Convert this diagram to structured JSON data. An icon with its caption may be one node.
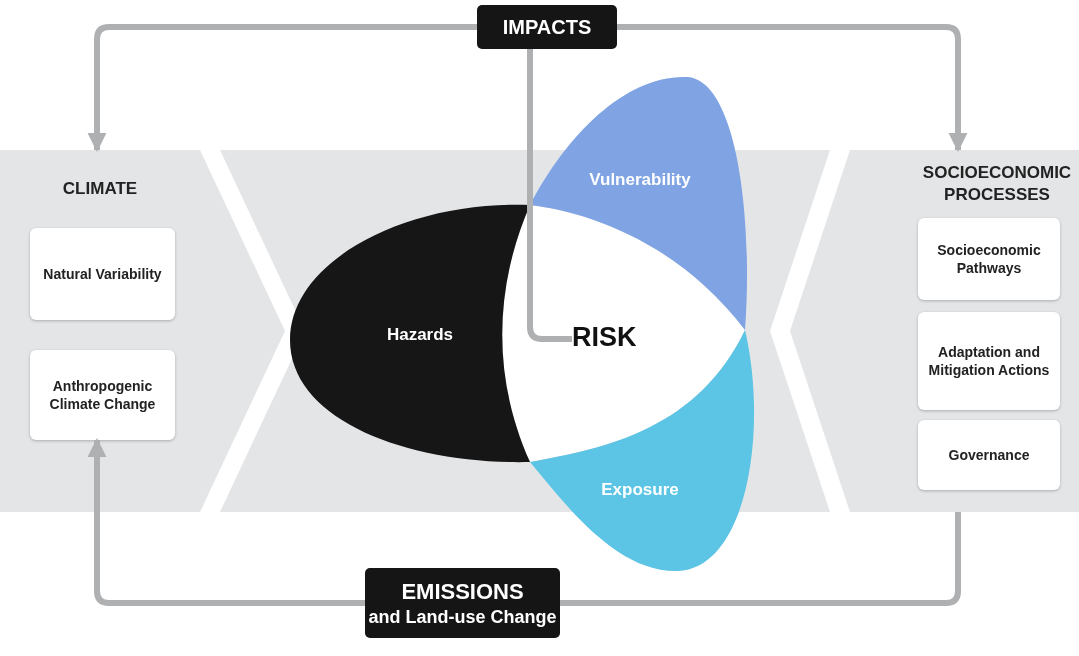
{
  "diagram": {
    "nodes": [
      {
        "text": [
          "IMPACTS"
        ]
      },
      {
        "text": [
          "CLIMATE"
        ]
      },
      {
        "text": [
          "Natural Variability"
        ],
        "in": 1
      },
      {
        "text": [
          "Anthropogenic Climate Change"
        ],
        "in": 1
      },
      {
        "text": [
          "Hazards"
        ]
      },
      {
        "text": [
          "Vulnerability"
        ]
      },
      {
        "text": [
          "Exposure"
        ]
      },
      {
        "text": [
          "RISK"
        ]
      },
      {
        "text": [
          "SOCIOECONOMIC PROCESSES"
        ]
      },
      {
        "text": [
          "Socioeconomic Pathways"
        ],
        "in": 8
      },
      {
        "text": [
          "Adaptation and Mitigation Actions"
        ],
        "in": 8
      },
      {
        "text": [
          "Governance"
        ],
        "in": 8
      },
      {
        "text": [
          "EMISSIONS",
          "and Land-use Change"
        ]
      }
    ],
    "edges": [
      {
        "from": 0,
        "to": 1,
        "arrow": "to"
      },
      {
        "from": 0,
        "to": 8,
        "arrow": "to"
      },
      {
        "from": 0,
        "to": 7,
        "arrow": "none"
      },
      {
        "from": 8,
        "to": 12,
        "arrow": "none"
      },
      {
        "from": 12,
        "to": 3,
        "arrow": "to"
      }
    ]
  }
}
